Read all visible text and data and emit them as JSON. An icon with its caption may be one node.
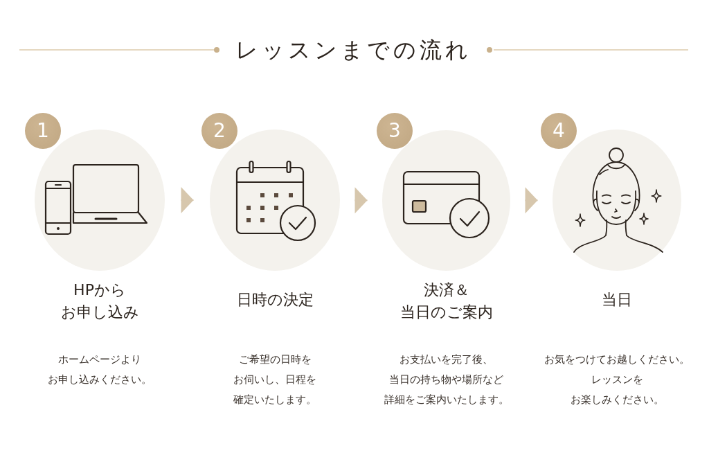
{
  "diagram": {
    "title": "レッスンまでの流れ",
    "nodes": [
      {
        "text": [
          "1"
        ]
      },
      {
        "text": [
          "HPからお申し込み",
          "ホームページよりお申し込みください。"
        ]
      },
      {
        "text": [
          "2"
        ]
      },
      {
        "text": [
          "日時の決定",
          "ご希望の日時をお伺いし、日程を確定いたします。"
        ]
      },
      {
        "text": [
          "3"
        ]
      },
      {
        "text": [
          "決済＆当日のご案内",
          "お支払いを完了後、当日の持ち物や場所など詳細をご案内いたします。"
        ]
      },
      {
        "text": [
          "4"
        ]
      },
      {
        "text": [
          "当日",
          "お気をつけてお越しください。レッスンをお楽しみください。"
        ]
      }
    ],
    "edges": [
      {
        "from": 1,
        "to": 3,
        "arrow": "to"
      },
      {
        "from": 3,
        "to": 5,
        "arrow": "to"
      },
      {
        "from": 5,
        "to": 7,
        "arrow": "to"
      }
    ]
  }
}
